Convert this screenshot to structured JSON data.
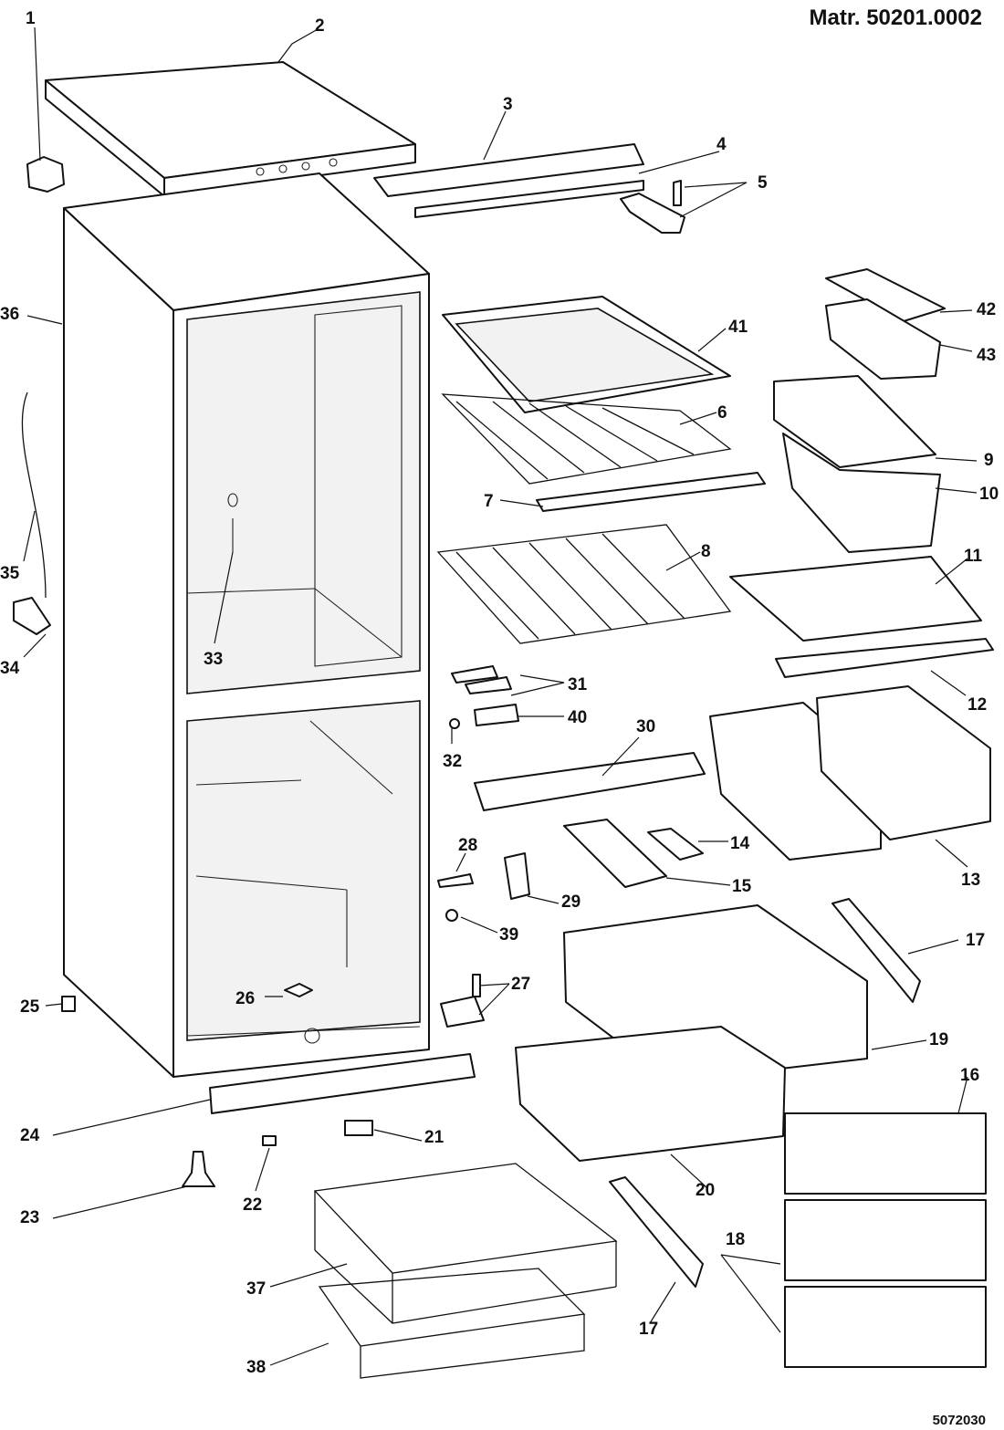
{
  "header": {
    "matr": "Matr. 50201.0002"
  },
  "footer": {
    "doc_number": "5072030"
  },
  "callouts": [
    "1",
    "2",
    "3",
    "4",
    "5",
    "36",
    "6",
    "41",
    "42",
    "43",
    "7",
    "9",
    "10",
    "8",
    "11",
    "35",
    "34",
    "33",
    "31",
    "40",
    "12",
    "32",
    "30",
    "14",
    "13",
    "28",
    "15",
    "29",
    "39",
    "17",
    "27",
    "25",
    "26",
    "19",
    "24",
    "21",
    "16",
    "22",
    "23",
    "20",
    "18",
    "37",
    "17",
    "38"
  ]
}
